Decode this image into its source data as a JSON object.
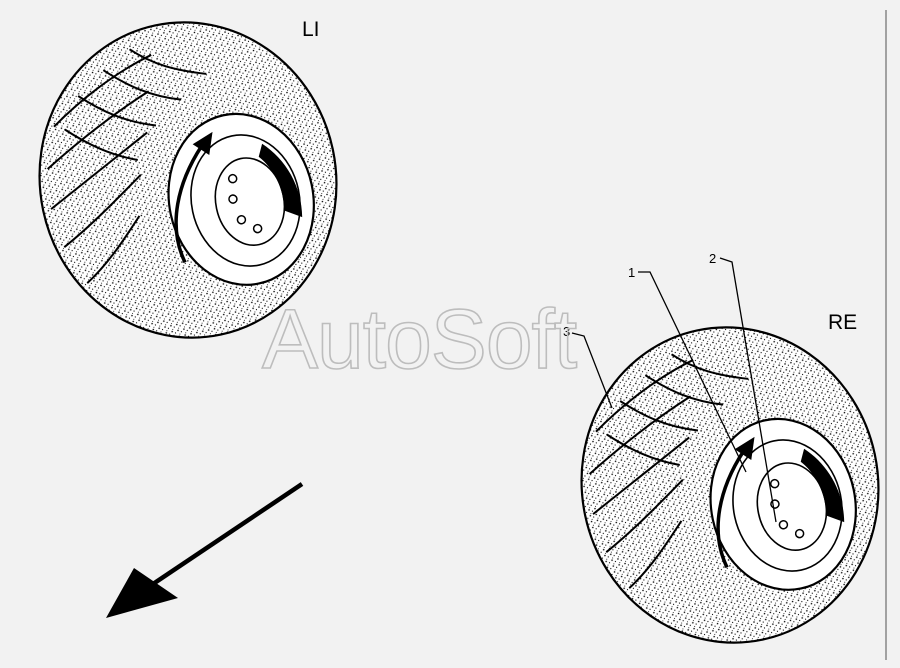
{
  "labels": {
    "left_wheel": "LI",
    "right_wheel": "RE"
  },
  "callouts": [
    {
      "number": "1"
    },
    {
      "number": "2"
    },
    {
      "number": "3"
    }
  ],
  "watermark": "AutoSoft",
  "colors": {
    "background": "#f2f2f2",
    "ink": "#000000",
    "watermark_outline": "#bdbdbd",
    "border": "#888888"
  },
  "icons": {
    "direction_arrow": "arrow-down-left-icon",
    "rotation_arrow": "curved-arrow-icon"
  }
}
